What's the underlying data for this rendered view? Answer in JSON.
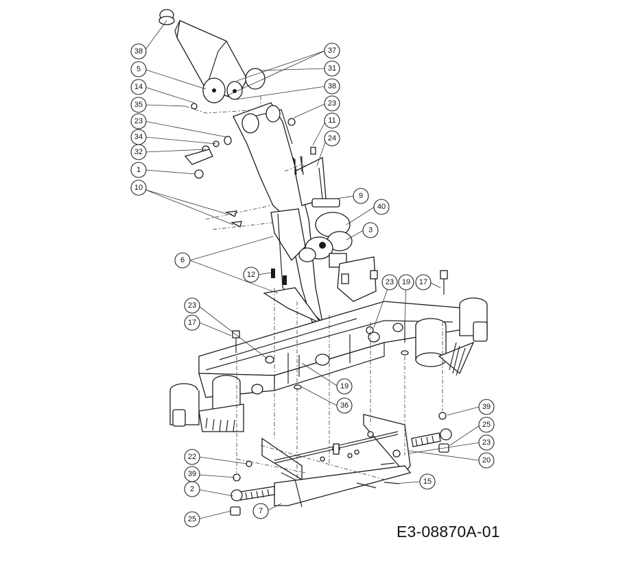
{
  "drawing_id": "E3-08870A-01",
  "callouts": [
    "38",
    "5",
    "14",
    "35",
    "23",
    "34",
    "32",
    "1",
    "10",
    "37",
    "31",
    "38",
    "23",
    "11",
    "24",
    "9",
    "40",
    "3",
    "6",
    "12",
    "23",
    "19",
    "17",
    "23",
    "17",
    "19",
    "36",
    "39",
    "25",
    "23",
    "20",
    "22",
    "39",
    "2",
    "25",
    "7",
    "15"
  ]
}
